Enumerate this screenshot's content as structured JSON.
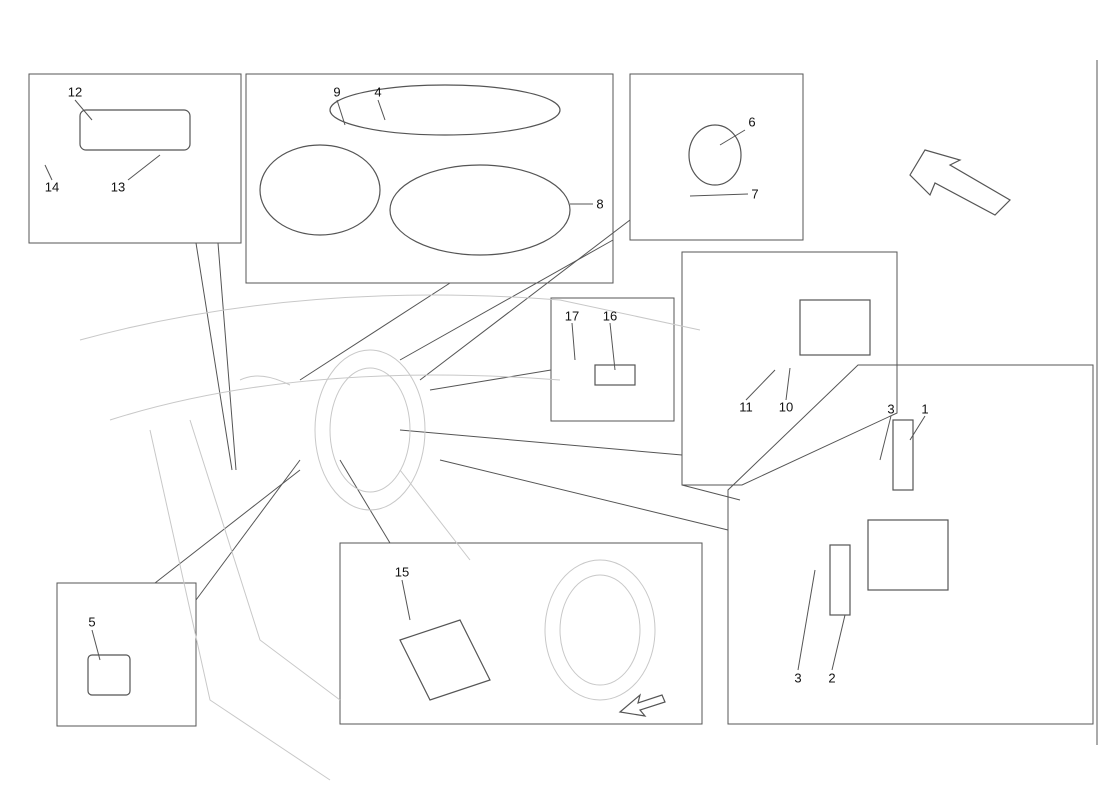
{
  "callouts": [
    {
      "id": "12",
      "text": "12"
    },
    {
      "id": "13",
      "text": "13"
    },
    {
      "id": "14",
      "text": "14"
    },
    {
      "id": "9",
      "text": "9"
    },
    {
      "id": "4",
      "text": "4"
    },
    {
      "id": "8",
      "text": "8"
    },
    {
      "id": "6",
      "text": "6"
    },
    {
      "id": "7",
      "text": "7"
    },
    {
      "id": "17",
      "text": "17"
    },
    {
      "id": "16",
      "text": "16"
    },
    {
      "id": "11",
      "text": "11"
    },
    {
      "id": "10",
      "text": "10"
    },
    {
      "id": "3a",
      "text": "3"
    },
    {
      "id": "1",
      "text": "1"
    },
    {
      "id": "3b",
      "text": "3"
    },
    {
      "id": "2",
      "text": "2"
    },
    {
      "id": "15",
      "text": "15"
    },
    {
      "id": "5",
      "text": "5"
    }
  ],
  "colors": {
    "line": "#555555",
    "faint": "#c8c8c8"
  }
}
